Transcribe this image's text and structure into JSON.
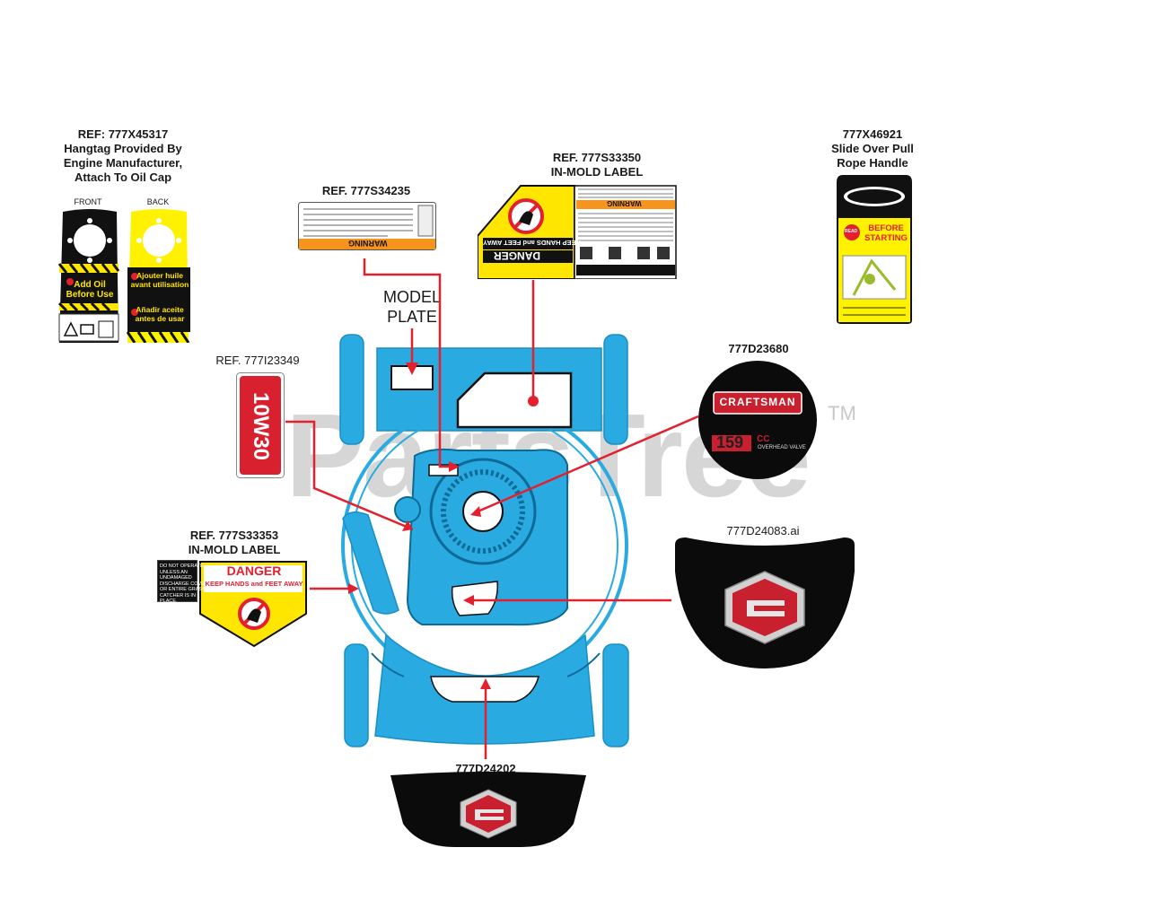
{
  "watermark": {
    "text": "PartsTree",
    "tm": "TM"
  },
  "labels": {
    "hangtag": {
      "line1": "REF: 777X45317",
      "line2": "Hangtag Provided By",
      "line3": "Engine Manufacturer,",
      "line4": "Attach To Oil Cap",
      "front": "FRONT",
      "back": "BACK",
      "front_text1": "Add Oil",
      "front_text2": "Before Use",
      "back_text1": "Ajouter huile",
      "back_text2": "avant utilisation",
      "back_text3": "Añadir aceite",
      "back_text4": "antes de usar"
    },
    "warning_label": {
      "ref": "REF. 777S34235",
      "banner": "WARNING"
    },
    "inmold_top": {
      "line1": "REF. 777S33350",
      "line2": "IN-MOLD LABEL",
      "danger": "DANGER",
      "keep": "KEEP HANDS and FEET AWAY",
      "warning": "WARNING"
    },
    "pull_rope": {
      "line1": "777X46921",
      "line2": "Slide Over Pull",
      "line3": "Rope Handle",
      "read": "READ",
      "before": "BEFORE",
      "starting": "STARTING"
    },
    "model_plate": {
      "line1": "MODEL",
      "line2": "PLATE"
    },
    "oil": {
      "ref": "REF. 777I23349",
      "text": "10W30"
    },
    "engine_badge": {
      "ref": "777D23680",
      "brand": "CRAFTSMAN",
      "cc": "159",
      "cc_unit": "CC",
      "valve": "OVERHEAD VALVE"
    },
    "inmold_left": {
      "line1": "REF. 777S33353",
      "line2": "IN-MOLD LABEL",
      "danger": "DANGER",
      "keep": "KEEP HANDS and FEET AWAY",
      "side1": "DO NOT OPERATE",
      "side2": "UNLESS AN",
      "side3": "UNDAMAGED",
      "side4": "DISCHARGE COVER",
      "side5": "OR ENTIRE GRASS",
      "side6": "CATCHER IS IN",
      "side7": "PLACE."
    },
    "hood_decal": {
      "ref": "777D24083.ai"
    },
    "rear_decal": {
      "ref": "777D24202"
    }
  },
  "colors": {
    "mower": "#29abe2",
    "mower_dark": "#1a8fc4",
    "arrow": "#e4202e",
    "danger_yellow": "#ffe600",
    "warning_orange": "#f7941d",
    "craftsman_red": "#c8202f"
  }
}
